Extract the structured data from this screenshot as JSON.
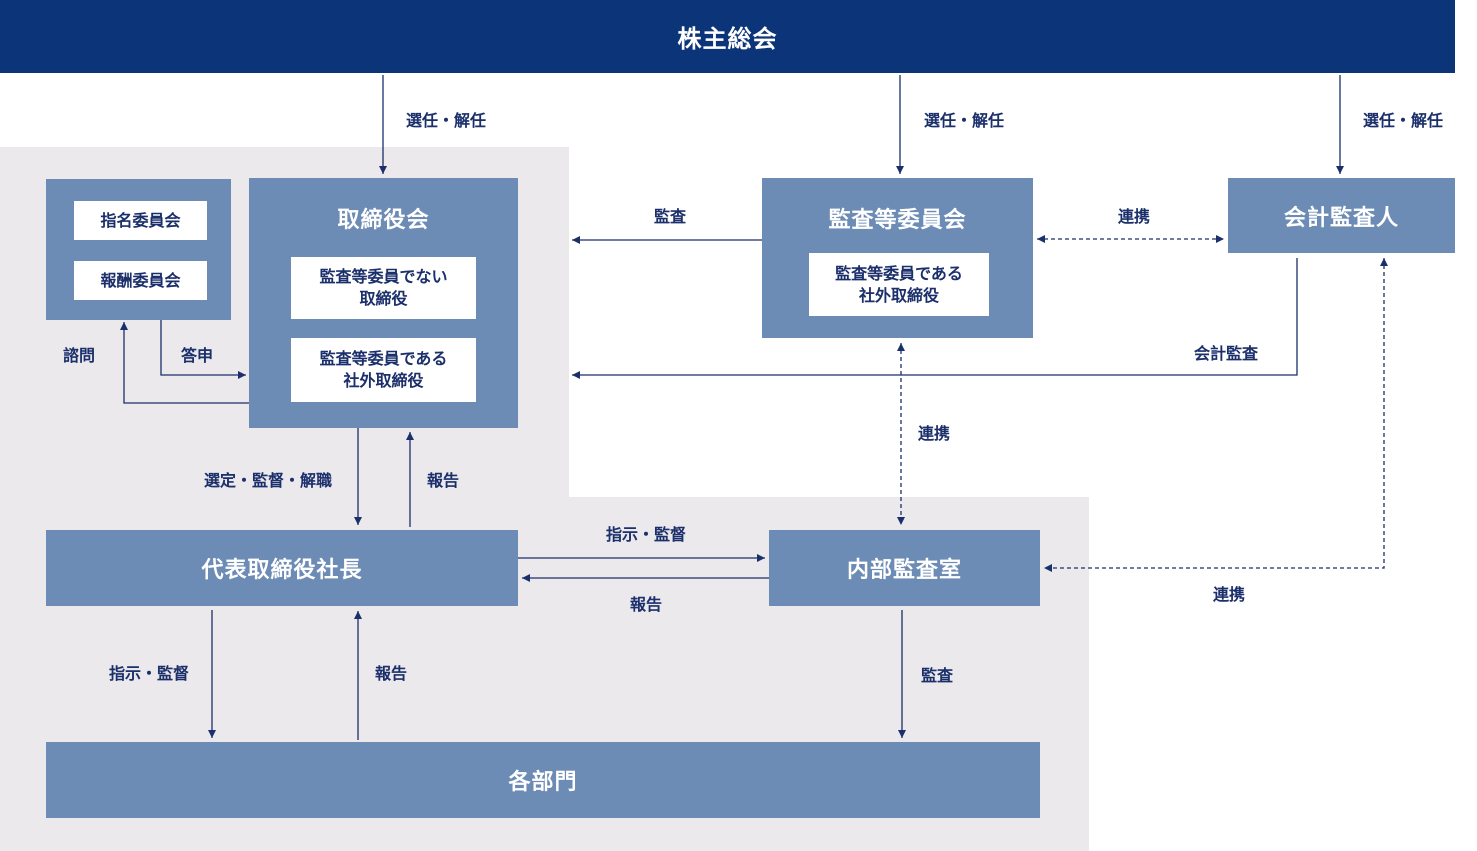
{
  "top": {
    "shareholders": "株主総会"
  },
  "boxes": {
    "board": "取締役会",
    "board_member1": "監査等委員でない\n取締役",
    "board_member2": "監査等委員である\n社外取締役",
    "nomination": "指名委員会",
    "compensation": "報酬委員会",
    "audit_committee": "監査等委員会",
    "audit_committee_member": "監査等委員である\n社外取締役",
    "accounting_auditor": "会計監査人",
    "president": "代表取締役社長",
    "internal_audit": "内部監査室",
    "departments": "各部門"
  },
  "labels": {
    "elect1": "選任・解任",
    "elect2": "選任・解任",
    "elect3": "選任・解任",
    "audit_board": "監査",
    "coop_auditor": "連携",
    "accounting_audit": "会計監査",
    "consult": "諮問",
    "answer": "答申",
    "appoint": "選定・監督・解職",
    "report_board": "報告",
    "coop_internal": "連携",
    "instruct_internal": "指示・監督",
    "report_internal": "報告",
    "coop_accounting": "連携",
    "instruct_dept": "指示・監督",
    "report_dept": "報告",
    "audit_dept": "監査"
  }
}
